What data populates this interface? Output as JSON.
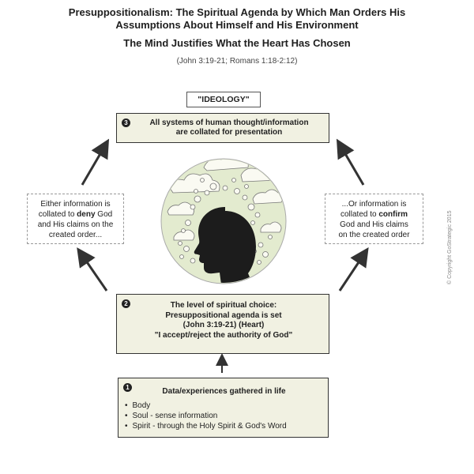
{
  "header": {
    "title_line1": "Presuppositionalism: The Spiritual Agenda by Which Man Orders His",
    "title_line2": "Assumptions About Himself and His Environment",
    "subtitle": "The Mind Justifies What the Heart Has Chosen",
    "references": "(John 3:19-21; Romans 1:18-2:12)"
  },
  "ideology_label": "\"IDEOLOGY\"",
  "step3": {
    "number": "3",
    "line1": "All systems of human thought/information",
    "line2": "are collated for presentation"
  },
  "left_note": {
    "line1": "Either information is",
    "line2_pre": "collated to ",
    "line2_bold": "deny",
    "line2_post": " God",
    "line3": "and His claims on the",
    "line4": "created order..."
  },
  "right_note": {
    "line1": "...Or information is",
    "line2_pre": "collated to ",
    "line2_bold": "confirm",
    "line3": "God and His claims",
    "line4": "on the created order"
  },
  "step2": {
    "number": "2",
    "line1": "The level of spiritual choice:",
    "line2": "Presuppositional agenda is set",
    "line3": "(John 3:19-21) (Heart)",
    "line4": "\"I accept/reject the authority of God\""
  },
  "step1": {
    "number": "1",
    "title": "Data/experiences gathered in life",
    "items": [
      "Body",
      "Soul - sense information",
      "Spirit - through the Holy Spirit & God's Word"
    ]
  },
  "copyright": "© Copyright GoStrategic 2015",
  "colors": {
    "box_fill": "#f1f1e2",
    "circle_fill": "#e3ebcf",
    "head_fill": "#1c1c1c",
    "arrow": "#333333"
  }
}
